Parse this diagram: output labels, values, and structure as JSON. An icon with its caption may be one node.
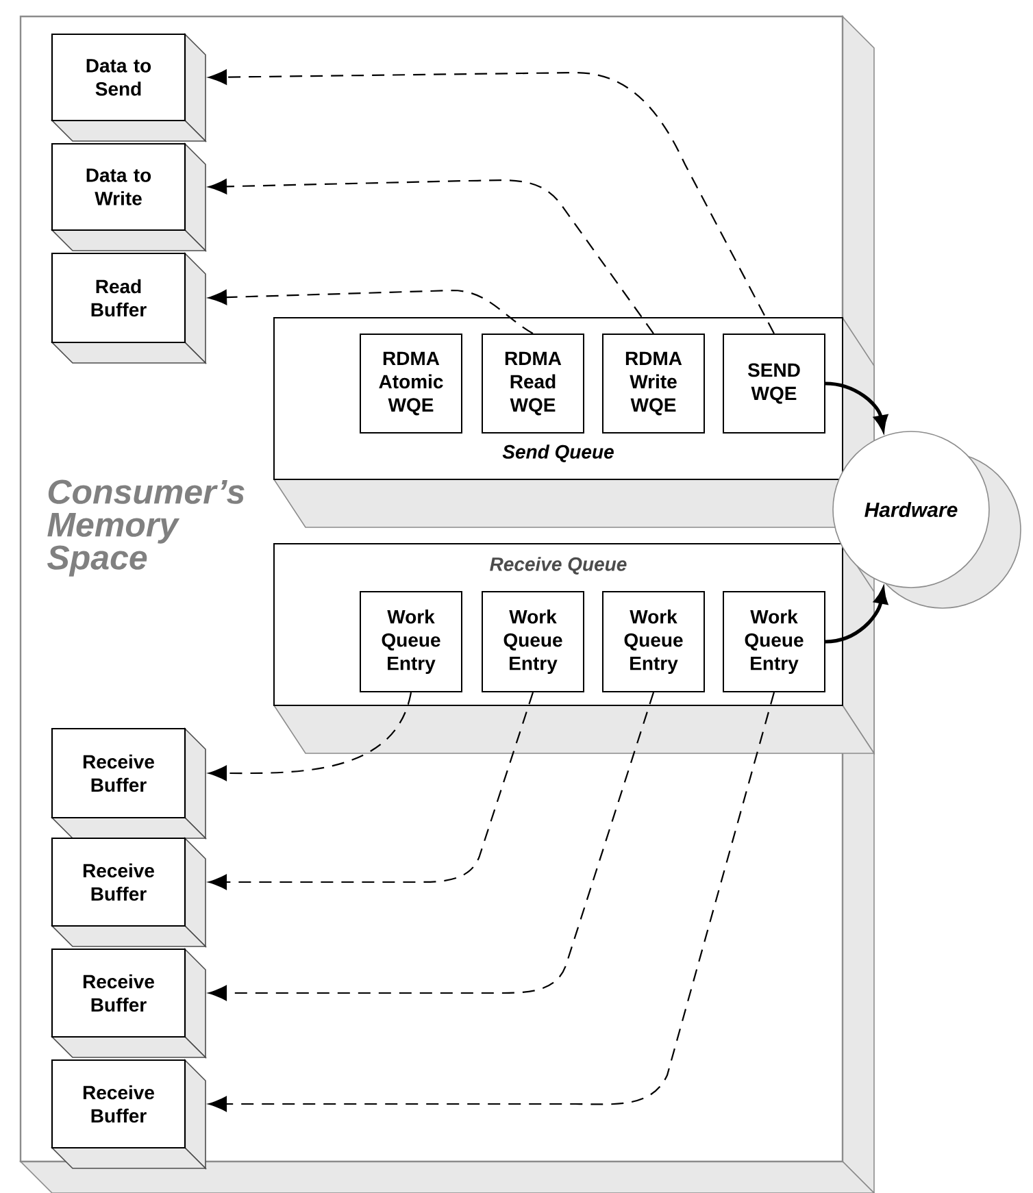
{
  "diagram": {
    "nodes": [
      {
        "text": [
          "Consumer’s Memory Space"
        ]
      },
      {
        "text": [
          "Data to Send"
        ],
        "in": 0
      },
      {
        "text": [
          "Data to Write"
        ],
        "in": 0
      },
      {
        "text": [
          "Read Buffer"
        ],
        "in": 0
      },
      {
        "text": [
          "Send Queue"
        ],
        "in": 0
      },
      {
        "text": [
          "RDMA Atomic WQE"
        ],
        "in": 4
      },
      {
        "text": [
          "RDMA Read WQE"
        ],
        "in": 4
      },
      {
        "text": [
          "RDMA Write WQE"
        ],
        "in": 4
      },
      {
        "text": [
          "SEND WQE"
        ],
        "in": 4
      },
      {
        "text": [
          "Receive Queue"
        ],
        "in": 0
      },
      {
        "text": [
          "Work Queue Entry"
        ],
        "in": 9
      },
      {
        "text": [
          "Work Queue Entry"
        ],
        "in": 9
      },
      {
        "text": [
          "Work Queue Entry"
        ],
        "in": 9
      },
      {
        "text": [
          "Work Queue Entry"
        ],
        "in": 9
      },
      {
        "text": [
          "Receive Buffer"
        ],
        "in": 0
      },
      {
        "text": [
          "Receive Buffer"
        ],
        "in": 0
      },
      {
        "text": [
          "Receive Buffer"
        ],
        "in": 0
      },
      {
        "text": [
          "Receive Buffer"
        ],
        "in": 0
      },
      {
        "text": [
          "Hardware"
        ]
      }
    ],
    "edges": [
      {
        "from": 8,
        "to": 1,
        "arrow": "to",
        "style": "dashed"
      },
      {
        "from": 7,
        "to": 2,
        "arrow": "to",
        "style": "dashed"
      },
      {
        "from": 6,
        "to": 3,
        "arrow": "to",
        "style": "dashed"
      },
      {
        "from": 8,
        "to": 18,
        "arrow": "to",
        "style": "thick"
      },
      {
        "from": 13,
        "to": 18,
        "arrow": "to",
        "style": "thick"
      },
      {
        "from": 10,
        "to": 14,
        "arrow": "to",
        "style": "dashed"
      },
      {
        "from": 11,
        "to": 15,
        "arrow": "to",
        "style": "dashed"
      },
      {
        "from": 12,
        "to": 16,
        "arrow": "to",
        "style": "dashed"
      },
      {
        "from": 13,
        "to": 17,
        "arrow": "to",
        "style": "dashed"
      }
    ]
  }
}
